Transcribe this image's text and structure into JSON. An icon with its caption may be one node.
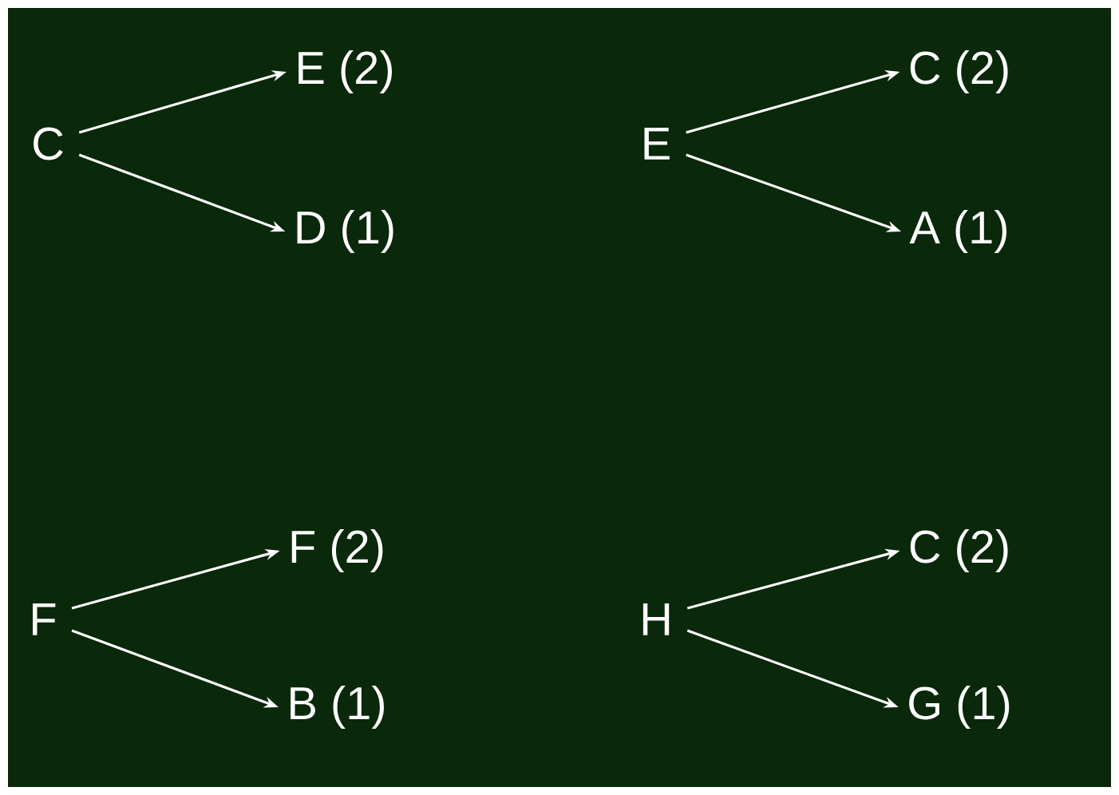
{
  "diagram": {
    "nodes": [
      {
        "text": [
          "C"
        ]
      },
      {
        "text": [
          "E (2)"
        ]
      },
      {
        "text": [
          "D (1)"
        ]
      },
      {
        "text": [
          "E"
        ]
      },
      {
        "text": [
          "C (2)"
        ]
      },
      {
        "text": [
          "A (1)"
        ]
      },
      {
        "text": [
          "F"
        ]
      },
      {
        "text": [
          "F (2)"
        ]
      },
      {
        "text": [
          "B (1)"
        ]
      },
      {
        "text": [
          "H"
        ]
      },
      {
        "text": [
          "C (2)"
        ]
      },
      {
        "text": [
          "G (1)"
        ]
      }
    ],
    "edges": [
      {
        "from": 0,
        "to": 1,
        "arrow": "to"
      },
      {
        "from": 0,
        "to": 2,
        "arrow": "to"
      },
      {
        "from": 3,
        "to": 4,
        "arrow": "to"
      },
      {
        "from": 3,
        "to": 5,
        "arrow": "to"
      },
      {
        "from": 6,
        "to": 7,
        "arrow": "to"
      },
      {
        "from": 6,
        "to": 8,
        "arrow": "to"
      },
      {
        "from": 9,
        "to": 10,
        "arrow": "to"
      },
      {
        "from": 9,
        "to": 11,
        "arrow": "to"
      }
    ]
  }
}
